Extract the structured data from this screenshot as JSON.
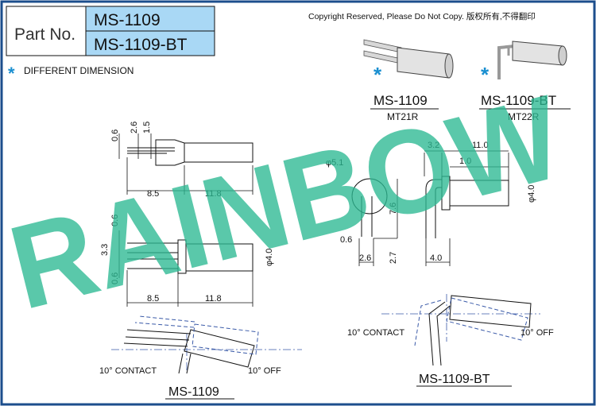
{
  "header": {
    "part_label": "Part No.",
    "models": [
      "MS-1109",
      "MS-1109-BT"
    ],
    "copyright": "Copyright Reserved, Please Do Not Copy. 版权所有,不得翻印",
    "asterisk_note": "DIFFERENT DIMENSION"
  },
  "watermark": "RAINBOW",
  "thumbnails": [
    {
      "name": "MS-1109",
      "code": "MT21R"
    },
    {
      "name": "MS-1109-BT",
      "code": "MT22R"
    }
  ],
  "dims_top": [
    "0.6",
    "2.6",
    "1.5",
    "8.5",
    "11.8"
  ],
  "dims_side": [
    "0.6",
    "3.3",
    "0.6",
    "φ4.0",
    "8.5",
    "11.8"
  ],
  "dims_bt": [
    "3.2",
    "11.0",
    "1.0",
    "φ5.1",
    "7.6",
    "φ4.0",
    "0.6",
    "2.6",
    "2.7",
    "4.0"
  ],
  "tilt_labels": {
    "contact": "10° CONTACT",
    "off": "10° OFF"
  },
  "bottom_labels": [
    "MS-1109",
    "MS-1109-BT"
  ],
  "colors": {
    "frame": "#1c4e8c",
    "header_fill": "#a9d8f5",
    "watermark": "#2cb892",
    "asterisk": "#1a8fd0"
  }
}
